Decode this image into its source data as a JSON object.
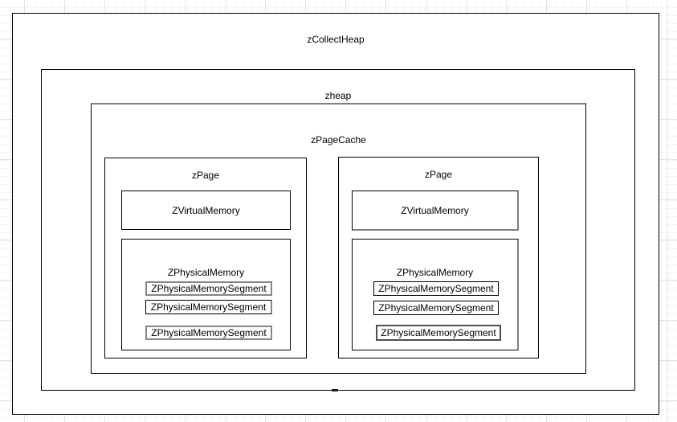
{
  "colors": {
    "shape_border": "#000000",
    "muted_border": "#808080",
    "grid_minor": "#f5f5f5",
    "grid_major": "#e3e3e3"
  },
  "diagram": {
    "collect_heap": {
      "label": "zCollectHeap"
    },
    "heap": {
      "label": "zheap"
    },
    "page_cache": {
      "label": "zPageCache"
    },
    "pages": [
      {
        "label": "zPage",
        "virtual_memory": {
          "label": "ZVirtualMemory"
        },
        "physical_memory": {
          "label": "ZPhysicalMemory",
          "segments": [
            {
              "label": "ZPhysicalMemorySegment"
            },
            {
              "label": "ZPhysicalMemorySegment"
            },
            {
              "label": "ZPhysicalMemorySegment"
            }
          ]
        }
      },
      {
        "label": "zPage",
        "virtual_memory": {
          "label": "ZVirtualMemory"
        },
        "physical_memory": {
          "label": "ZPhysicalMemory",
          "segments": [
            {
              "label": "ZPhysicalMemorySegment"
            },
            {
              "label": "ZPhysicalMemorySegment"
            },
            {
              "label": "ZPhysicalMemorySegment"
            }
          ]
        }
      }
    ]
  }
}
